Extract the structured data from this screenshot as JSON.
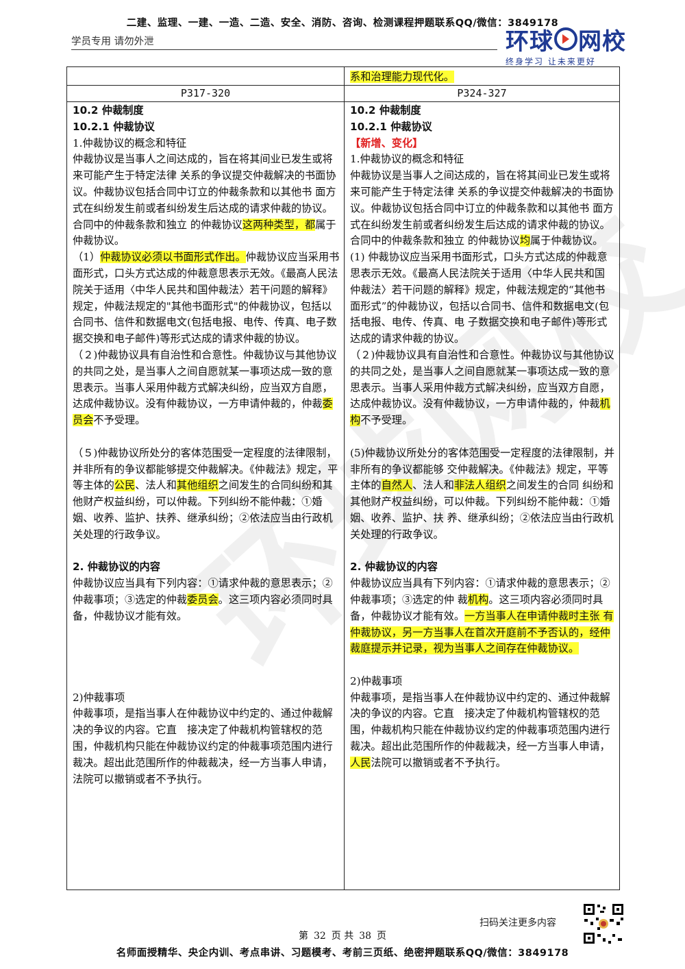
{
  "header": {
    "title": "二建、监理、一建、一造、二造、安全、消防、咨询、检测课程押题联系QQ/微信：3849178",
    "subtitle": "学员专用 请勿外泄",
    "logo_text_a": "环球",
    "logo_text_b": "网校",
    "slogan": "终身学习 让未来更好"
  },
  "watermark": "环球网校",
  "table": {
    "top_right_carry": "系和治理能力现代化。",
    "left_page": "P317-320",
    "right_page": "P324-327",
    "left": {
      "h1": "10.2 仲裁制度",
      "h2": "10.2.1 仲裁协议",
      "s1": "1.仲裁协议的概念和特征",
      "p1a": "仲裁协议是当事人之间达成的，旨在将其间业已发生或将来可能产生于特定法律 关系的争议提交仲裁解决的书面协议。仲裁协议包括合同中订立的仲裁条款和以其他书 面方式在纠纷发生前或者纠纷发生后达成的请求仲裁的协议。合同中的仲裁条款和独立 的仲裁协议",
      "p1b": "这两种类型，都",
      "p1c": "属于仲裁协议。",
      "p2a": "（1）",
      "p2b": "仲裁协议必须以书面形式作出。",
      "p2c": "仲裁协议应当采用书面形式，口头方式达成的仲裁意思表示无效。《最高人民法院关于适用〈中华人民共和国仲裁法〉若干问题的解释》规定，仲裁法规定的\"其他书面形式\"的仲裁协议，包括以合同书、信件和数据电文(包括电报、电传、传真、电子数据交换和电子邮件)等形式达成的请求仲裁的协议。",
      "p3a": "（２)仲裁协议具有自治性和合意性。仲裁协议与其他协议的共同之处，是当事人之间自愿就某一事项达成一致的意思表示。当事人采用仲裁方式解决纠纷，应当双方自愿，达成仲裁协议。没有仲裁协议，一方申请仲裁的，仲裁",
      "p3b": "委员会",
      "p3c": "不予受理。",
      "p4a": "（５)仲裁协议所处分的客体范围受一定程度的法律限制，并非所有的争议都能够提交仲裁解决。《仲裁法》规定，平等主体的",
      "p4b": "公民",
      "p4c": "、法人和",
      "p4d": "其他组织",
      "p4e": "之间发生的合同纠纷和其他财产权益纠纷，可以仲裁。下列纠纷不能仲裁：①婚姻、收养、监护、扶养、继承纠纷；②依法应当由行政机关处理的行政争议。",
      "s2": "2. 仲裁协议的内容",
      "p5a": "仲裁协议应当具有下列内容：①请求仲裁的意思表示；②仲裁事项；③选定的仲裁",
      "p5b": "委员会",
      "p5c": "。这三项内容必须同时具备，仲裁协议才能有效。",
      "s3": "2)仲裁事项",
      "p6": "仲裁事项，是指当事人在仲裁协议中约定的、通过仲裁解决的争议的内容。它直　接决定了仲裁机构管辖权的范围，仲裁机构只能在仲裁协议约定的仲裁事项范围内进行 裁决。超出此范围所作的仲裁裁决，经一方当事人申请，法院可以撤销或者不予执行。"
    },
    "right": {
      "h1": "10.2 仲裁制度",
      "h2": "10.2.1 仲裁协议",
      "tag": "【新增、变化】",
      "s1": "1.仲裁协议的概念和特征",
      "p1a": "仲裁协议是当事人之间达成的，旨在将其间业已发生或将来可能产生于特定法律 关系的争议提交仲裁解决的书面协议。仲裁协议包括合同中订立的仲裁条款和以其他书 面方式在纠纷发生前或者纠纷发生后达成的请求仲裁的协议。合同中的仲裁条款和独立 的仲裁协议",
      "p1b": "均",
      "p1c": "属于仲裁协议。",
      "p2": "(1) 仲裁协议应当采用书面形式，口头方式达成的仲裁意思表示无效。《最高人民法院关于适用〈中华人民共和国仲裁法〉若干问题的解释》规定，仲裁法规定的“其他书面形式”的仲裁协议，包括以合同书、信件和数据电文(包括电报、电传、传真、电 子数据交换和电子邮件)等形式达成的请求仲裁的协议。",
      "p3a": "（２)仲裁协议具有自治性和合意性。仲裁协议与其他协议的共同之处，是当事人之间自愿就某一事项达成一致的意思表示。当事人采用仲裁方式解决纠纷，应当双方自愿，达成仲裁协议。没有仲裁协议，一方申请仲裁的，仲裁",
      "p3b": "机构",
      "p3c": "不予受理。",
      "p4a": "(5)仲裁协议所处分的客体范围受一定程度的法律限制，并非所有的争议都能够 交仲裁解决。《仲裁法》规定，平等主体的",
      "p4b": "自然人",
      "p4c": "、法人和",
      "p4d": "非法人组织",
      "p4e": "之间发生的合同 纠纷和其他财产权益纠纷，可以仲裁。下列纠纷不能仲裁：①婚姻、收养、监护、扶 养、继承纠纷；②依法应当由行政机关处理的行政争议。",
      "s2": "2. 仲裁协议的内容",
      "p5a": "仲裁协议应当具有下列内容：①请求仲裁的意思表示；②仲裁事项；③选定的仲 裁",
      "p5b": "机构",
      "p5c": "。这三项内容必须同时具备，仲裁协议才能有效。",
      "p5d": "一方当事人在申请仲裁时主张 有仲裁协议，另一方当事人在首次开庭前不予否认的，经仲裁庭提示并记录，视为当事人之间存在仲裁协议。",
      "s3": "2)仲裁事项",
      "p6a": "仲裁事项，是指当事人在仲裁协议中约定的、通过仲裁解决的争议的内容。它直　接决定了仲裁机构管辖权的范围，仲裁机构只能在仲裁协议约定的仲裁事项范围内进行 裁决。超出此范围所作的仲裁裁决，经一方当事人申请，",
      "p6b": "人民",
      "p6c": "法院可以撤销或者不予执行。"
    }
  },
  "footer": {
    "qr_caption": "扫码关注更多内容",
    "page_prefix": "第",
    "page_num": "32",
    "page_mid": "页 共",
    "page_total": "38",
    "page_suffix": "页",
    "bottom_title": "名师面授精华、央企内训、考点串讲、习题模考、考前三页纸、绝密押题联系QQ/微信：3849178"
  }
}
